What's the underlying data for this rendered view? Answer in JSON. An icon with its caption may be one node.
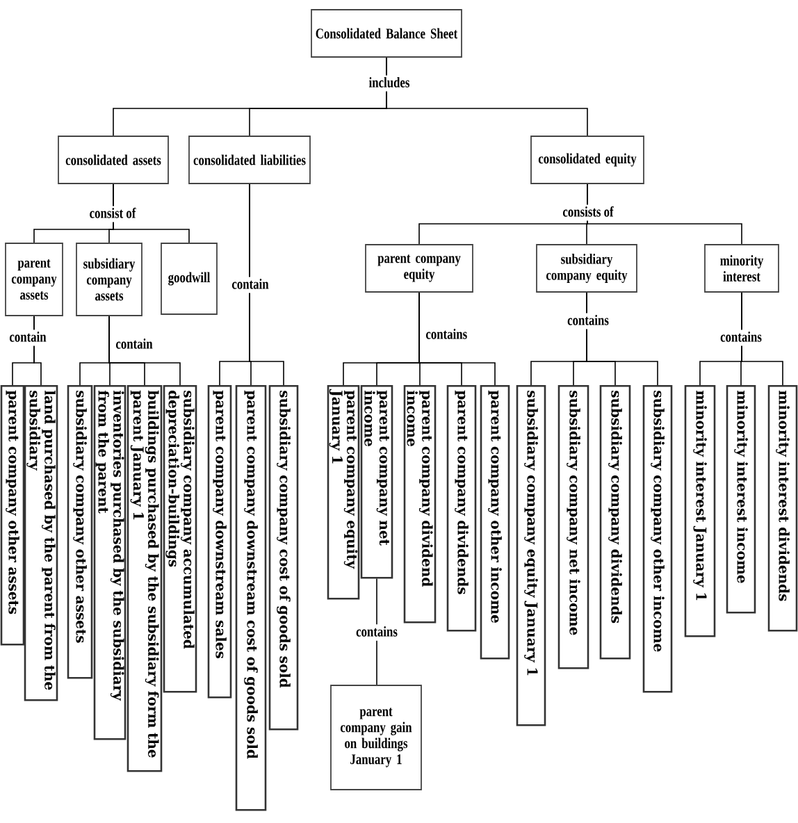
{
  "diagram": {
    "nodes": [
      {
        "text": [
          "Consolidated Balance Sheet"
        ]
      },
      {
        "text": [
          "consolidated assets"
        ]
      },
      {
        "text": [
          "consolidated liabilities"
        ]
      },
      {
        "text": [
          "consolidated equity"
        ]
      },
      {
        "text": [
          "parent company assets"
        ]
      },
      {
        "text": [
          "subsidiary company assets"
        ]
      },
      {
        "text": [
          "goodwill"
        ]
      },
      {
        "text": [
          "parent company equity"
        ]
      },
      {
        "text": [
          "subsidiary company equity"
        ]
      },
      {
        "text": [
          "minority interest"
        ]
      },
      {
        "text": [
          "parent company other assets"
        ]
      },
      {
        "text": [
          "land purchased by the parent from the subsidiary"
        ]
      },
      {
        "text": [
          "subsidiary company other assets"
        ]
      },
      {
        "text": [
          "inventories purchased by the subsidiary from the parent"
        ]
      },
      {
        "text": [
          "buildings purchased by the subsidiary form the parent January 1"
        ]
      },
      {
        "text": [
          "subsidiary company accumulated depreciation-buildings"
        ]
      },
      {
        "text": [
          "parent company downstream sales"
        ]
      },
      {
        "text": [
          "parent company downstream cost of goods sold"
        ]
      },
      {
        "text": [
          "subsidiary company cost of goods sold"
        ]
      },
      {
        "text": [
          "parent company equity January 1"
        ]
      },
      {
        "text": [
          "parent company net income"
        ]
      },
      {
        "text": [
          "parent company dividend income"
        ]
      },
      {
        "text": [
          "parent company dividends"
        ]
      },
      {
        "text": [
          "parent company other income"
        ]
      },
      {
        "text": [
          "subsidiary company equity January 1"
        ]
      },
      {
        "text": [
          "subsidiary company net income"
        ]
      },
      {
        "text": [
          "subsidiary company dividends"
        ]
      },
      {
        "text": [
          "subsidiary company other income"
        ]
      },
      {
        "text": [
          "minority interest January 1"
        ]
      },
      {
        "text": [
          "minority interest income"
        ]
      },
      {
        "text": [
          "minority interest dividends"
        ]
      },
      {
        "text": [
          "parent company gain on buildings January 1"
        ]
      }
    ],
    "edges": [
      {
        "from": 0,
        "to": 1,
        "arrow": "none",
        "label": "includes"
      },
      {
        "from": 0,
        "to": 2,
        "arrow": "none"
      },
      {
        "from": 0,
        "to": 3,
        "arrow": "none"
      },
      {
        "from": 1,
        "to": 4,
        "arrow": "none",
        "label": "consist of"
      },
      {
        "from": 1,
        "to": 5,
        "arrow": "none"
      },
      {
        "from": 1,
        "to": 6,
        "arrow": "none"
      },
      {
        "from": 4,
        "to": 10,
        "arrow": "none",
        "label": "contain"
      },
      {
        "from": 4,
        "to": 11,
        "arrow": "none"
      },
      {
        "from": 5,
        "to": 12,
        "arrow": "none",
        "label": "contain"
      },
      {
        "from": 5,
        "to": 13,
        "arrow": "none"
      },
      {
        "from": 5,
        "to": 14,
        "arrow": "none"
      },
      {
        "from": 5,
        "to": 15,
        "arrow": "none"
      },
      {
        "from": 2,
        "to": 16,
        "arrow": "none",
        "label": "contain"
      },
      {
        "from": 2,
        "to": 17,
        "arrow": "none"
      },
      {
        "from": 2,
        "to": 18,
        "arrow": "none"
      },
      {
        "from": 3,
        "to": 7,
        "arrow": "none",
        "label": "consists of"
      },
      {
        "from": 3,
        "to": 8,
        "arrow": "none"
      },
      {
        "from": 3,
        "to": 9,
        "arrow": "none"
      },
      {
        "from": 7,
        "to": 19,
        "arrow": "none",
        "label": "contains"
      },
      {
        "from": 7,
        "to": 20,
        "arrow": "none"
      },
      {
        "from": 7,
        "to": 21,
        "arrow": "none"
      },
      {
        "from": 7,
        "to": 22,
        "arrow": "none"
      },
      {
        "from": 7,
        "to": 23,
        "arrow": "none"
      },
      {
        "from": 20,
        "to": 31,
        "arrow": "none",
        "label": "contains"
      },
      {
        "from": 8,
        "to": 24,
        "arrow": "none",
        "label": "contains"
      },
      {
        "from": 8,
        "to": 25,
        "arrow": "none"
      },
      {
        "from": 8,
        "to": 26,
        "arrow": "none"
      },
      {
        "from": 8,
        "to": 27,
        "arrow": "none"
      },
      {
        "from": 9,
        "to": 28,
        "arrow": "none",
        "label": "contains"
      },
      {
        "from": 9,
        "to": 29,
        "arrow": "none"
      },
      {
        "from": 9,
        "to": 30,
        "arrow": "none"
      }
    ]
  }
}
